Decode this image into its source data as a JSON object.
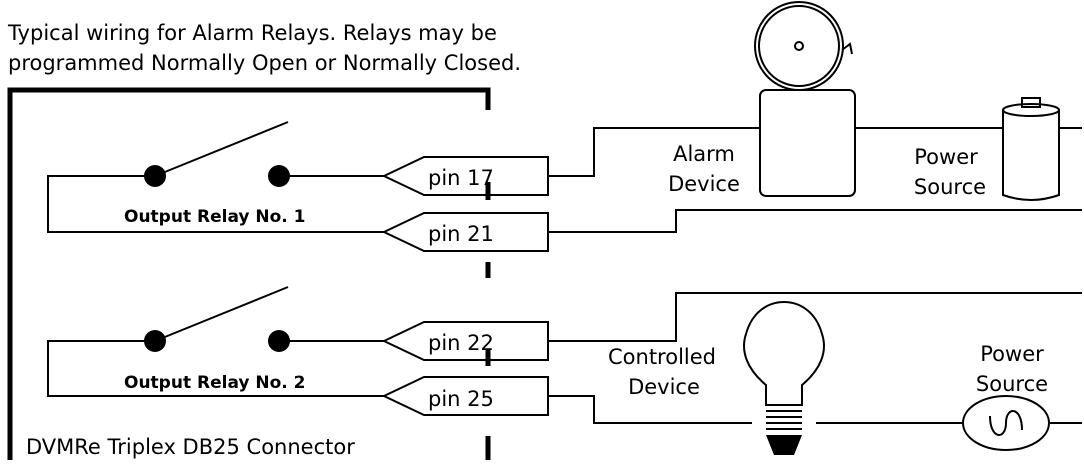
{
  "caption": {
    "line1": "Typical wiring for Alarm Relays.  Relays may be",
    "line2": "programmed Normally Open or Normally Closed."
  },
  "connector": {
    "label": "DVMRe Triplex DB25 Connector"
  },
  "relays": [
    {
      "label": "Output Relay No. 1"
    },
    {
      "label": "Output Relay No. 2"
    }
  ],
  "pins": [
    "pin 17",
    "pin 21",
    "pin 22",
    "pin 25"
  ],
  "devices": {
    "alarm": {
      "line1": "Alarm",
      "line2": "Device",
      "icon": "bell-icon"
    },
    "power_dc": {
      "line1": "Power",
      "line2": "Source",
      "icon": "battery-icon"
    },
    "controlled": {
      "line1": "Controlled",
      "line2": "Device",
      "icon": "light-bulb-icon"
    },
    "power_ac": {
      "line1": "Power",
      "line2": "Source",
      "icon": "ac-source-icon"
    }
  }
}
